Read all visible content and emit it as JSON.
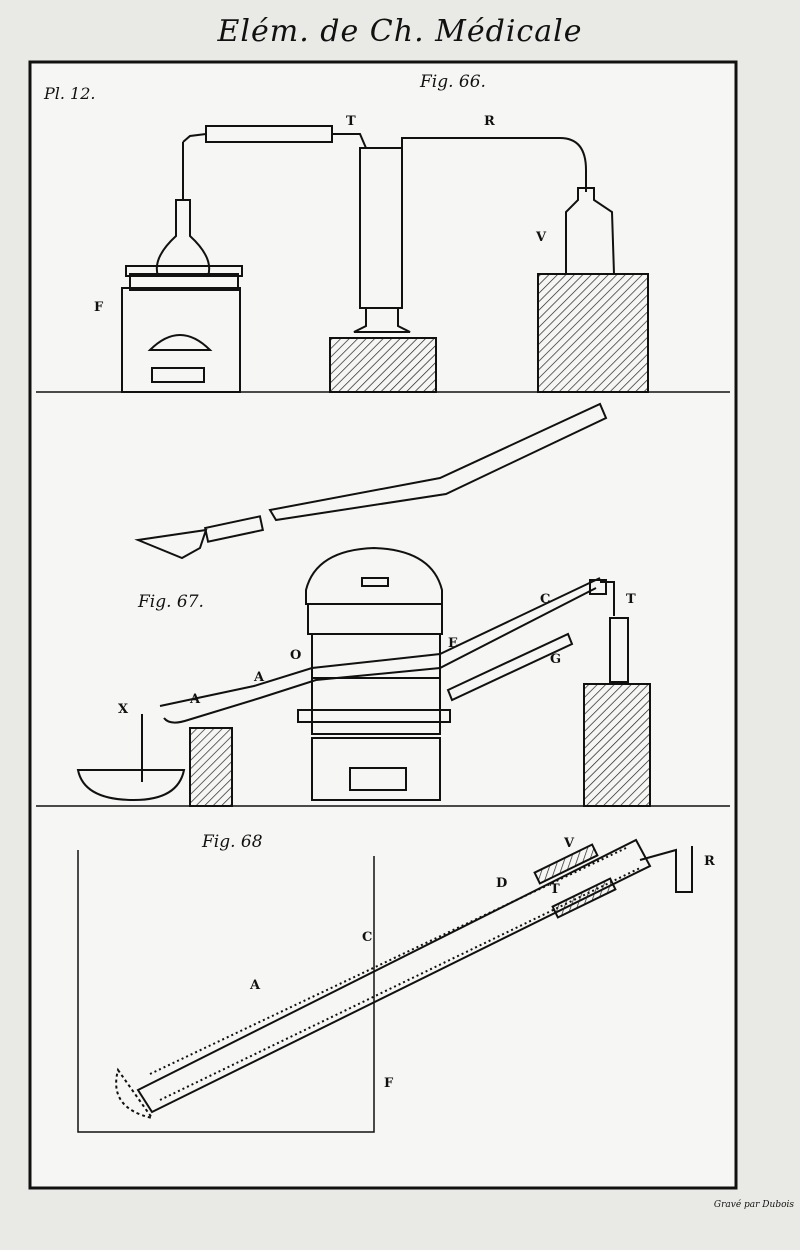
{
  "header": {
    "title": "Elém. de Ch. Médicale"
  },
  "plate": {
    "label": "Pl. 12."
  },
  "figures": {
    "fig66": {
      "label": "Fig. 66.",
      "letters": {
        "T": "T",
        "R": "R",
        "V": "V",
        "F": "F"
      }
    },
    "fig67": {
      "label": "Fig. 67.",
      "letters": {
        "X": "X",
        "A1": "A",
        "A2": "A",
        "O": "O",
        "E": "E",
        "C": "C",
        "G": "G",
        "T": "T"
      }
    },
    "fig68": {
      "label": "Fig. 68",
      "letters": {
        "V": "V",
        "R": "R",
        "D": "D",
        "T": "T",
        "C": "C",
        "A": "A",
        "F": "F"
      }
    }
  },
  "footer": {
    "engraver": "Gravé par Dubois"
  },
  "colors": {
    "ink": "#111111",
    "paper": "#f6f6f4",
    "background": "#e9e9e6"
  }
}
